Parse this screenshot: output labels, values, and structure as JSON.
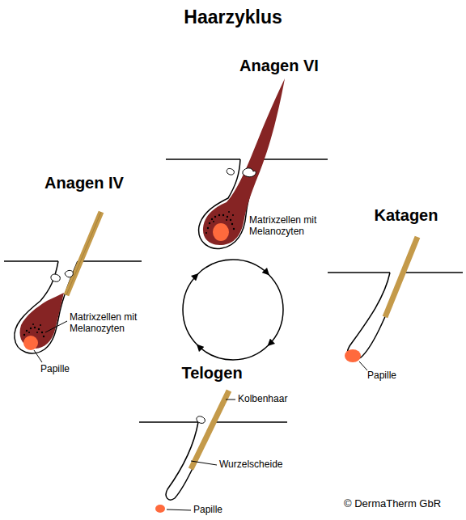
{
  "diagram": {
    "title": "Haarzyklus",
    "labels": [
      "Anagen VI",
      "Matrixzellen mit Melanozyten",
      "Anagen IV",
      "Matrixzellen mit Melanozyten",
      "Papille",
      "Katagen",
      "Papille",
      "Telogen",
      "Kolbenhaar",
      "Wurzelscheide",
      "Papille",
      "© DermaTherm GbR"
    ]
  }
}
